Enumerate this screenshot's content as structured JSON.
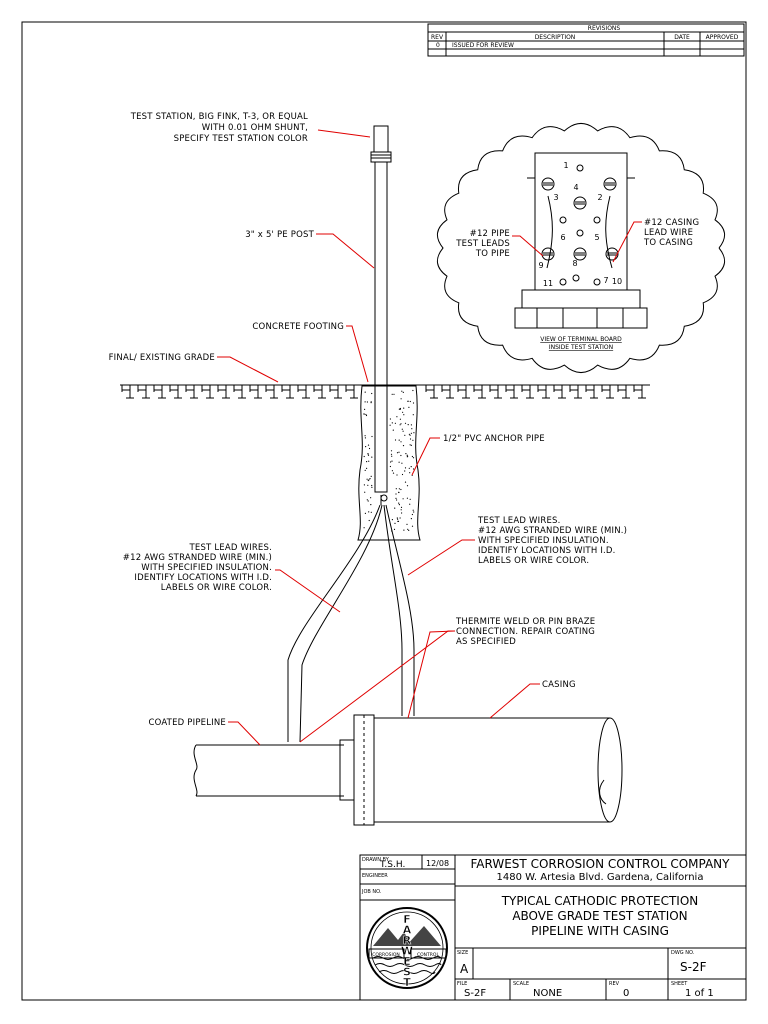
{
  "revisions": {
    "title": "REVISIONS",
    "headers": {
      "rev": "REV",
      "description": "DESCRIPTION",
      "date": "DATE",
      "approved": "APPROVED"
    },
    "rows": [
      {
        "rev": "0",
        "description": "ISSUED FOR REVIEW",
        "date": "",
        "approved": ""
      }
    ]
  },
  "callouts": {
    "test_station": [
      "TEST STATION, BIG FINK, T-3, OR EQUAL",
      "WITH 0.01 OHM SHUNT,",
      "SPECIFY TEST STATION COLOR"
    ],
    "pe_post": "3\" x 5' PE POST",
    "concrete_footing": "CONCRETE FOOTING",
    "final_grade": "FINAL/ EXISTING GRADE",
    "pvc_anchor": "1/2\" PVC ANCHOR PIPE",
    "test_leads_left": [
      "TEST LEAD WIRES.",
      "#12 AWG STRANDED WIRE (MIN.)",
      "WITH SPECIFIED INSULATION.",
      "IDENTIFY LOCATIONS WITH I.D.",
      "LABELS OR WIRE COLOR."
    ],
    "test_leads_right": [
      "TEST LEAD WIRES.",
      "#12 AWG STRANDED WIRE (MIN.)",
      "WITH SPECIFIED INSULATION.",
      "IDENTIFY LOCATIONS WITH I.D.",
      "LABELS OR WIRE COLOR."
    ],
    "thermite": [
      "THERMITE WELD OR PIN BRAZE",
      "CONNECTION. REPAIR COATING",
      "AS SPECIFIED"
    ],
    "casing": "CASING",
    "coated_pipeline": "COATED PIPELINE"
  },
  "terminal_board": {
    "pipe_leads": [
      "#12 PIPE",
      "TEST LEADS",
      "TO PIPE"
    ],
    "casing_lead": [
      "#12 CASING",
      "LEAD WIRE",
      "TO CASING"
    ],
    "terminals": [
      "1",
      "2",
      "3",
      "4",
      "5",
      "6",
      "7",
      "8",
      "9",
      "10",
      "11"
    ],
    "caption": [
      "VIEW OF TERMINAL BOARD",
      "INSIDE TEST STATION"
    ]
  },
  "title_block": {
    "drawn_by_label": "DRAWN BY",
    "drawn_by": "T.S.H.",
    "date": "12/08",
    "engineer_label": "ENGINEER",
    "job_no_label": "JOB NO.",
    "company": "FARWEST CORROSION CONTROL COMPANY",
    "address": "1480 W. Artesia Blvd. Gardena, California",
    "drawing_title": [
      "TYPICAL CATHODIC PROTECTION",
      "ABOVE GRADE TEST STATION",
      "PIPELINE WITH CASING"
    ],
    "size_label": "SIZE",
    "size": "A",
    "dwg_no_label": "DWG NO.",
    "dwg_no": "S-2F",
    "file_label": "FILE",
    "file": "S-2F",
    "scale_label": "SCALE",
    "scale": "NONE",
    "rev_label": "REV",
    "rev": "0",
    "sheet_label": "SHEET",
    "sheet": "1 of 1",
    "logo": {
      "word": "FARWEST",
      "left": "CORROSION",
      "right": "CONTROL"
    }
  }
}
